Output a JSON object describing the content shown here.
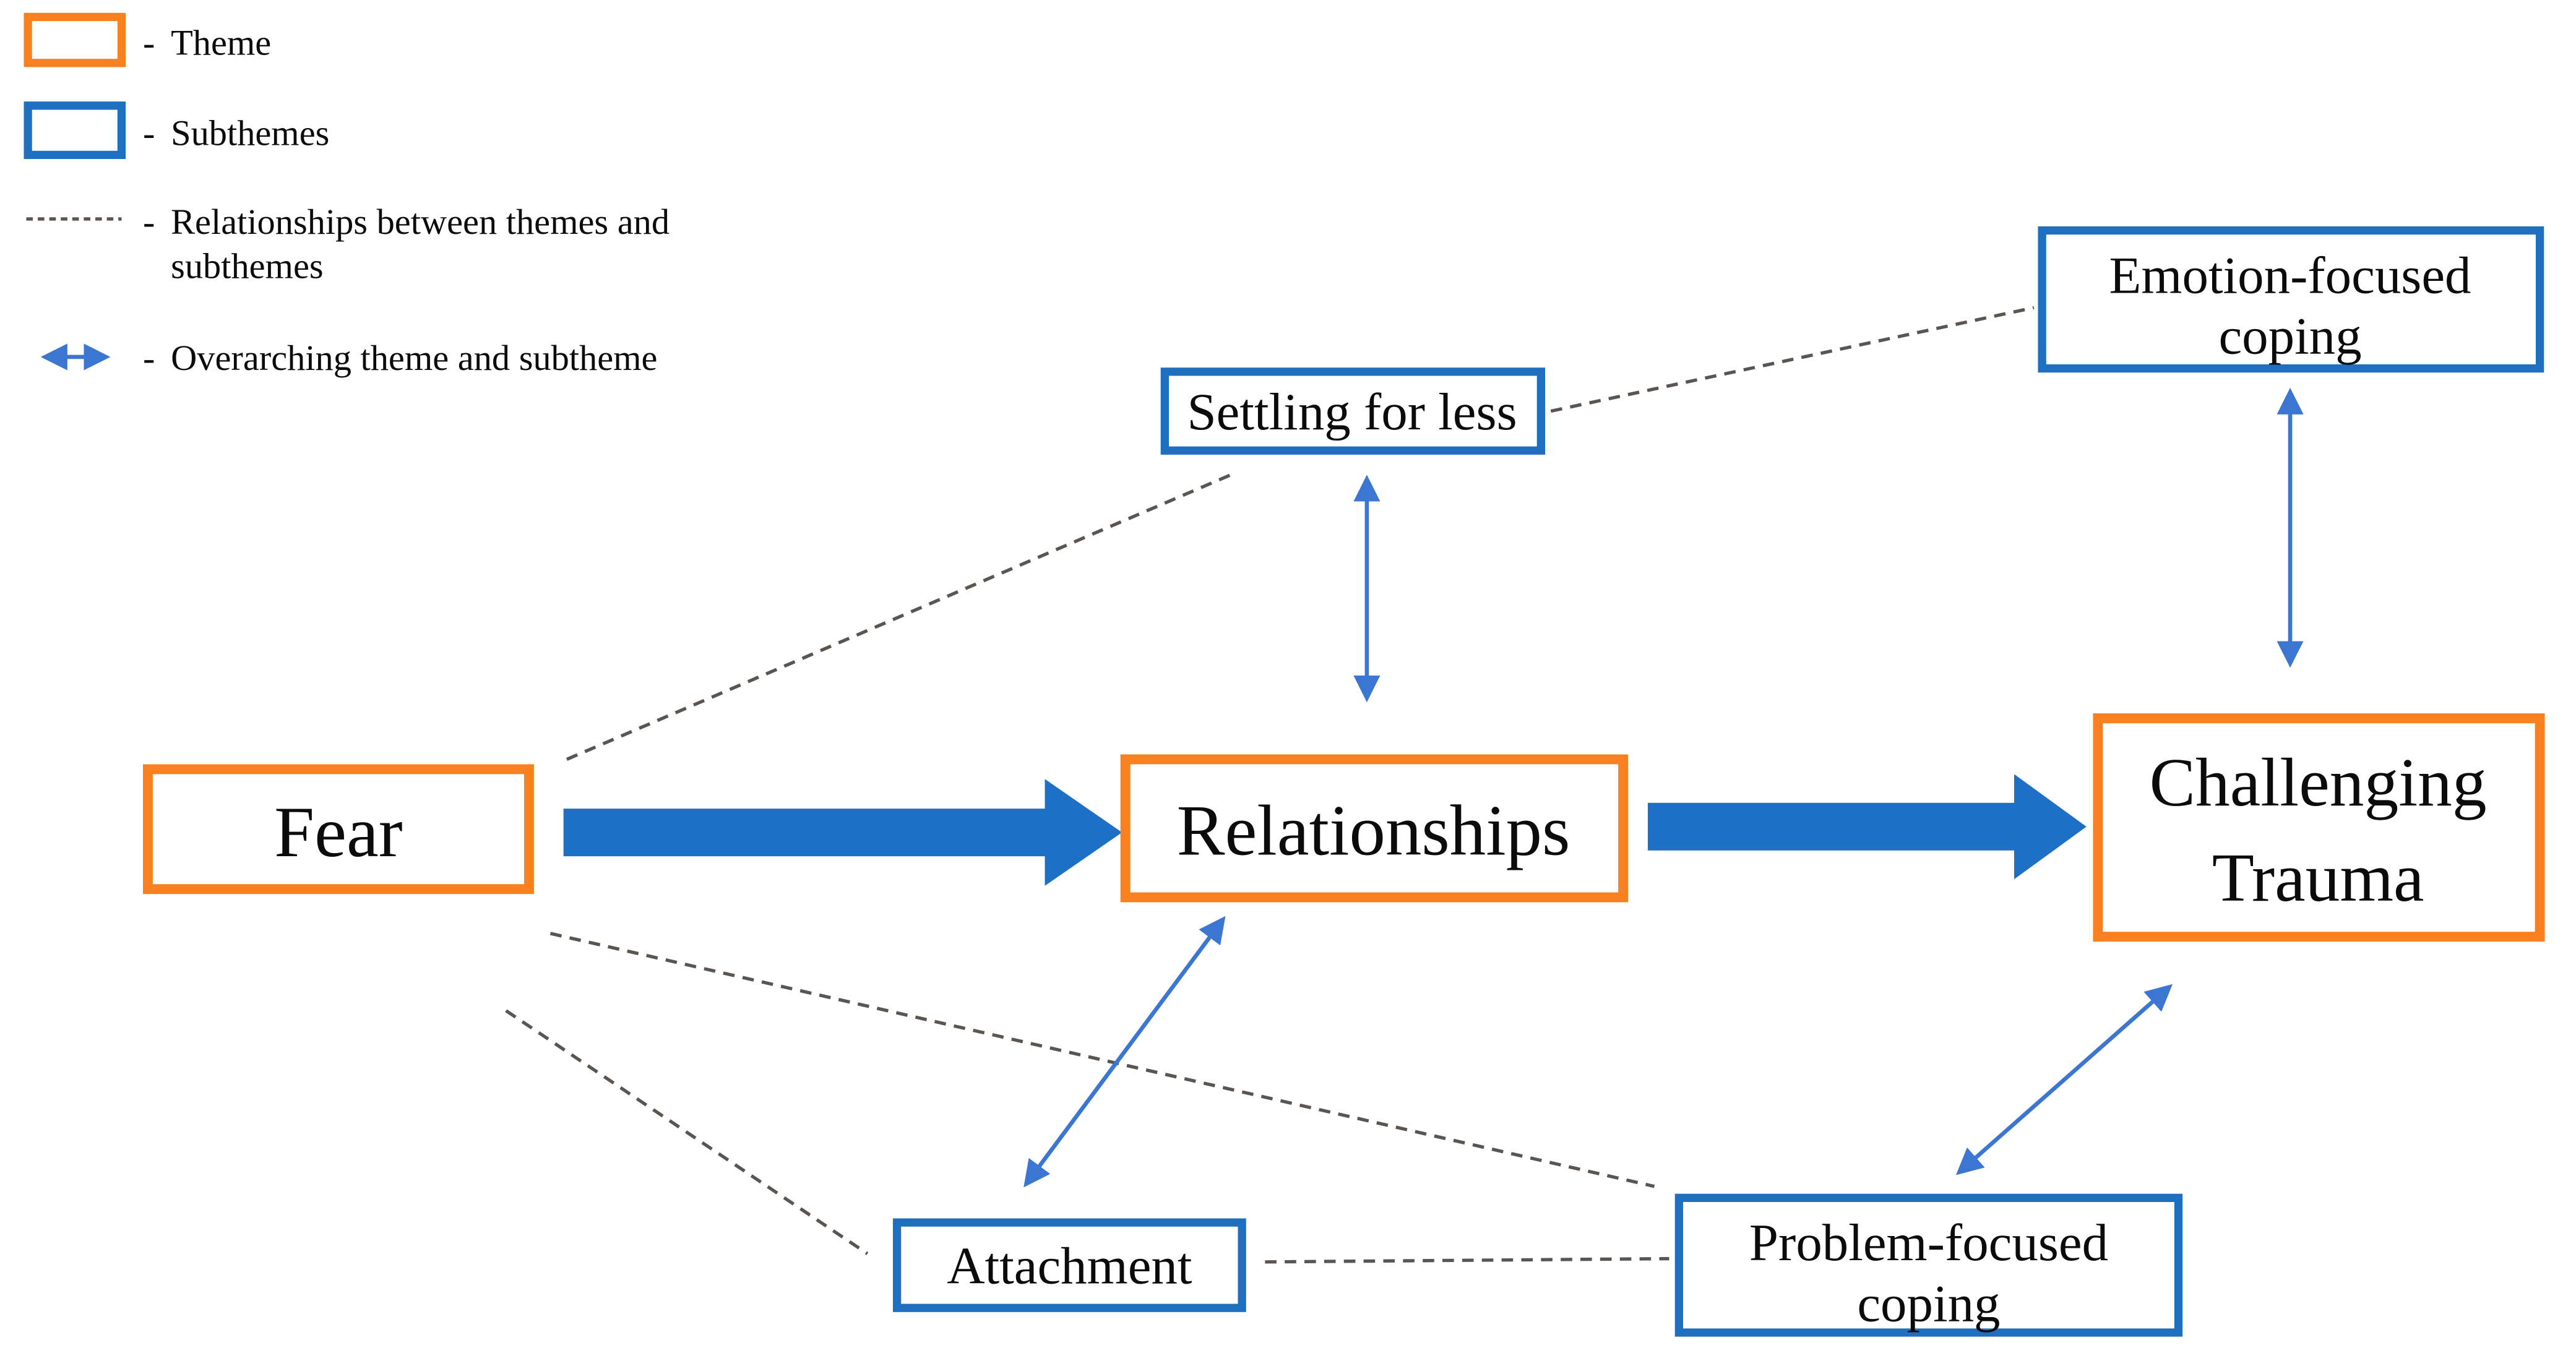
{
  "colors": {
    "theme_border": "#F8801E",
    "subtheme_border": "#1E6FC0",
    "thick_arrow": "#1D70C5",
    "thin_arrow": "#3B76D2",
    "dashed_line": "#5B5552",
    "text": "#0B0B0B",
    "background": "#FFFFFF"
  },
  "legend": {
    "items": [
      {
        "name": "theme",
        "separator": "-",
        "label": "Theme"
      },
      {
        "name": "subthemes",
        "separator": "-",
        "label": "Subthemes"
      },
      {
        "name": "relationships-dashed",
        "separator": "-",
        "label_line1": "Relationships between themes and",
        "label_line2": "subthemes"
      },
      {
        "name": "overarching-arrow",
        "separator": "-",
        "label": "Overarching theme and subtheme"
      }
    ]
  },
  "nodes": {
    "fear": {
      "label": "Fear",
      "type": "theme"
    },
    "relationships": {
      "label": "Relationships",
      "type": "theme"
    },
    "challenging_trauma": {
      "label_line1": "Challenging",
      "label_line2": "Trauma",
      "type": "theme"
    },
    "settling_for_less": {
      "label": "Settling for less",
      "type": "subtheme"
    },
    "emotion_focused_coping": {
      "label_line1": "Emotion-focused",
      "label_line2": "coping",
      "type": "subtheme"
    },
    "attachment": {
      "label": "Attachment",
      "type": "subtheme"
    },
    "problem_focused_coping": {
      "label_line1": "Problem-focused",
      "label_line2": "coping",
      "type": "subtheme"
    }
  },
  "connections": [
    {
      "from": "Fear",
      "to": "Relationships",
      "type": "thick-arrow"
    },
    {
      "from": "Relationships",
      "to": "Challenging Trauma",
      "type": "thick-arrow"
    },
    {
      "from": "Settling for less",
      "to": "Relationships",
      "type": "double-arrow"
    },
    {
      "from": "Emotion-focused coping",
      "to": "Challenging Trauma",
      "type": "double-arrow"
    },
    {
      "from": "Relationships",
      "to": "Attachment",
      "type": "double-arrow"
    },
    {
      "from": "Challenging Trauma",
      "to": "Problem-focused coping",
      "type": "double-arrow"
    },
    {
      "from": "Fear",
      "to": "Settling for less",
      "type": "dashed-line"
    },
    {
      "from": "Settling for less",
      "to": "Emotion-focused coping",
      "type": "dashed-line"
    },
    {
      "from": "Fear",
      "to": "Problem-focused coping",
      "type": "dashed-line"
    },
    {
      "from": "Fear",
      "to": "Attachment",
      "type": "dashed-line"
    },
    {
      "from": "Attachment",
      "to": "Problem-focused coping",
      "type": "dashed-line"
    }
  ]
}
